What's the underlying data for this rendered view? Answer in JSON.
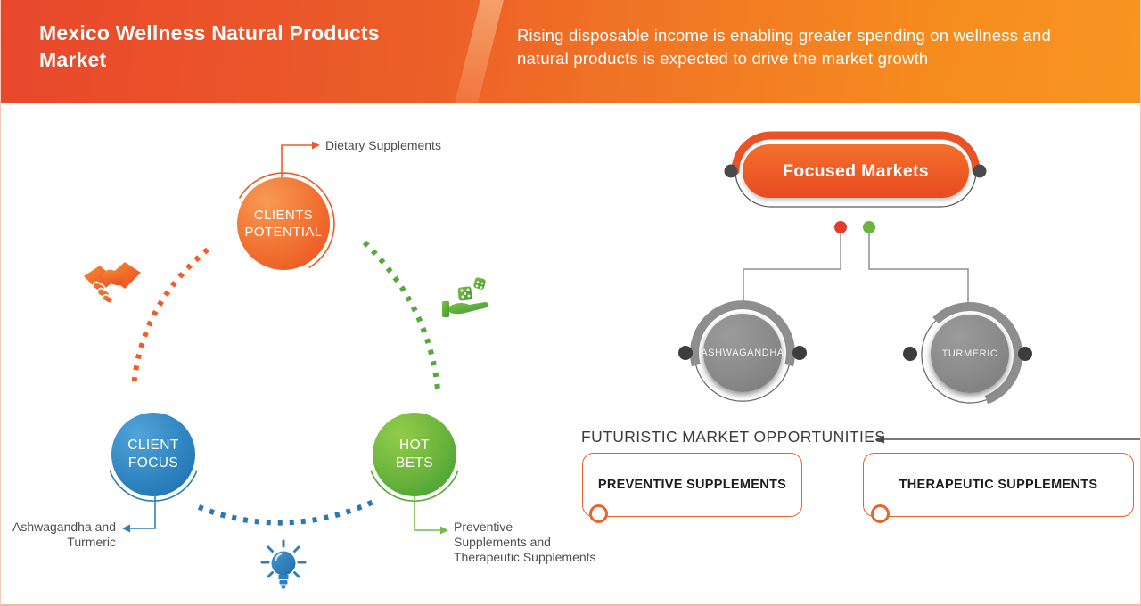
{
  "header": {
    "title": "Mexico Wellness Natural Products Market",
    "subtitle": "Rising disposable income is enabling greater spending on wellness and natural products is expected to drive the market growth"
  },
  "cycle": {
    "nodes": [
      {
        "label": "CLIENTS\nPOTENTIAL",
        "callout": "Dietary Supplements"
      },
      {
        "label": "CLIENT\nFOCUS",
        "callout": "Ashwagandha and\nTurmeric"
      },
      {
        "label": "HOT\nBETS",
        "callout": "Preventive\nSupplements and\nTherapeutic Supplements"
      }
    ],
    "icons": [
      "handshake-icon",
      "dice-in-hand-icon",
      "lightbulb-icon"
    ]
  },
  "focused": {
    "title": "Focused Markets",
    "products": [
      {
        "label": "ASHWAGANDHA"
      },
      {
        "label": "TURMERIC"
      }
    ]
  },
  "opportunities": {
    "title": "FUTURISTIC MARKET OPPORTUNITIES",
    "boxes": [
      {
        "label": "PREVENTIVE SUPPLEMENTS"
      },
      {
        "label": "THERAPEUTIC SUPPLEMENTS"
      }
    ]
  },
  "colors": {
    "header_gradient_left": "#e8472c",
    "header_gradient_right": "#f89420",
    "accent_orange": "#ea5126",
    "accent_blue": "#2f7fb8",
    "accent_green": "#5fae3a",
    "gray_circle": "#8a8a8a",
    "dark_dot": "#3d3d3d",
    "red_dot": "#e53c2a",
    "green_dot": "#6ab43c",
    "box_border": "#e8622e",
    "label_text": "#4f4f4f"
  }
}
